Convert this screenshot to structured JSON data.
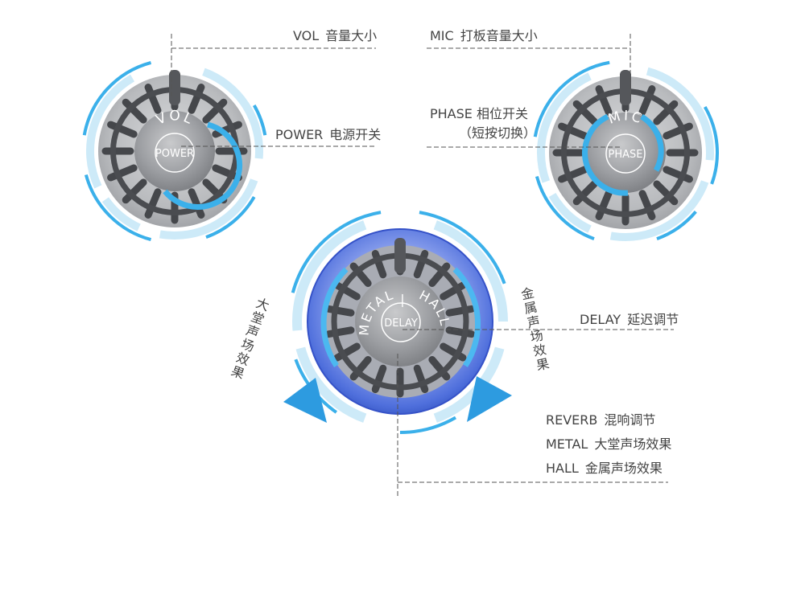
{
  "knobs": {
    "left": {
      "arc_text": "VOL",
      "center_text": "POWER"
    },
    "right": {
      "arc_text": "MIC",
      "center_text": "PHASE"
    },
    "bottom": {
      "arc_left_text": "METAL",
      "arc_right_text": "HALL",
      "divider": "|",
      "center_text": "DELAY"
    }
  },
  "callouts": {
    "vol": {
      "en": "VOL",
      "zh": "音量大小"
    },
    "mic": {
      "en": "MIC",
      "zh": "打板音量大小"
    },
    "power": {
      "en": "POWER",
      "zh": "电源开关"
    },
    "phase": {
      "line1": "PHASE 相位开关",
      "line2": "（短按切换）"
    },
    "delay": {
      "en": "DELAY",
      "zh": "延迟调节"
    },
    "reverb": {
      "en": "REVERB",
      "zh": "混响调节"
    },
    "metal": {
      "en": "METAL",
      "zh": "大堂声场效果"
    },
    "hall": {
      "en": "HALL",
      "zh": "金属声场效果"
    }
  },
  "arrows": {
    "left_text": "大堂声场效果",
    "right_text": "金属声场效果"
  },
  "colors": {
    "accent": "#3bb0ea",
    "accent_light": "#cdeaf8",
    "deep_blue": "#3e5fd0",
    "knob_gray": "#8d8f93",
    "rib_dark": "#4a4c50",
    "line": "#555555",
    "text": "#444444"
  }
}
